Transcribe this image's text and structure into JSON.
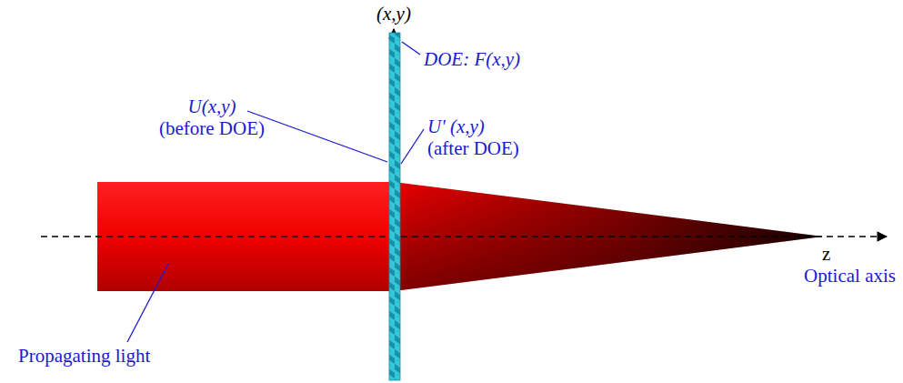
{
  "diagram": {
    "labels": [
      "(x,y)",
      "DOE: F(x,y)",
      "U(x,y)",
      "(before DOE)",
      "U' (x,y)",
      "(after DOE)",
      "Propagating light",
      "z",
      "Optical axis"
    ]
  }
}
